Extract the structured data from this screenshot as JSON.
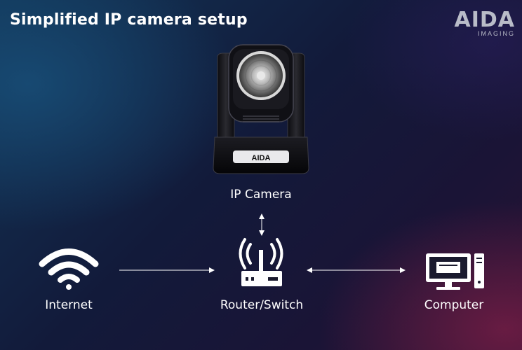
{
  "title": "Simplified IP camera setup",
  "logo": {
    "main": "AIDA",
    "sub": "IMAGING"
  },
  "camera": {
    "label": "IP Camera",
    "badge": "AIDA"
  },
  "nodes": {
    "internet": "Internet",
    "router": "Router/Switch",
    "computer": "Computer"
  }
}
